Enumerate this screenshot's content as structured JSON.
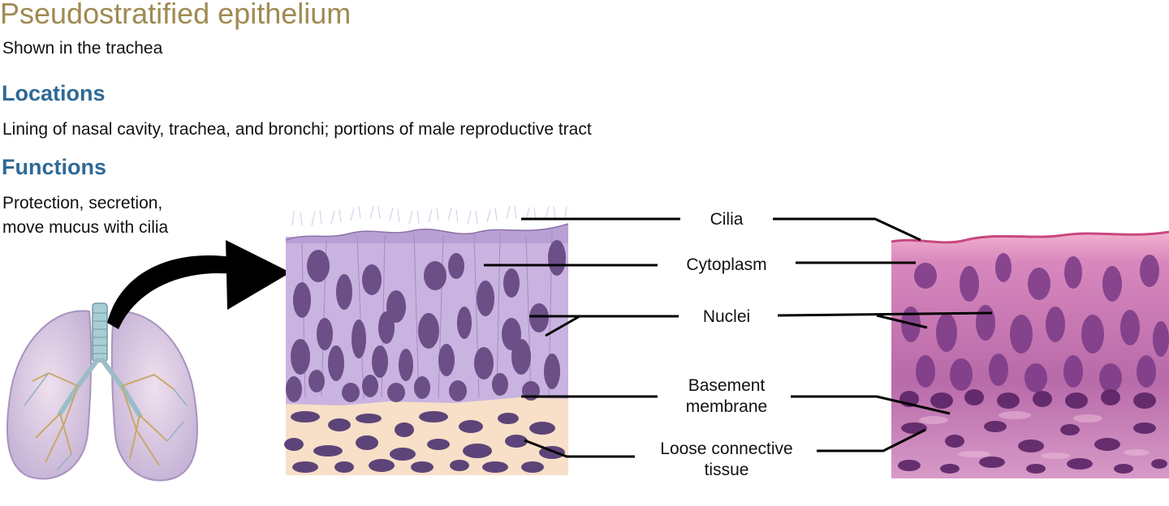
{
  "title": "Pseudostratified epithelium",
  "subtitle": "Shown in the trachea",
  "locations": {
    "heading": "Locations",
    "text": "Lining of nasal cavity, trachea, and bronchi; portions of male reproductive tract"
  },
  "functions": {
    "heading": "Functions",
    "lines": [
      "Protection, secretion,",
      "move mucus with cilia"
    ]
  },
  "labels": {
    "cilia": "Cilia",
    "cytoplasm": "Cytoplasm",
    "nuclei": "Nuclei",
    "basement_1": "Basement",
    "basement_2": "membrane",
    "connective_1": "Loose connective",
    "connective_2": "tissue"
  },
  "colors": {
    "title": "#a08a52",
    "heading": "#2e6a96",
    "epithelium": "#c9b3e0",
    "nucleus": "#6b4f86",
    "connective": "#f7dfc8",
    "micrograph": "#c06aa8"
  }
}
